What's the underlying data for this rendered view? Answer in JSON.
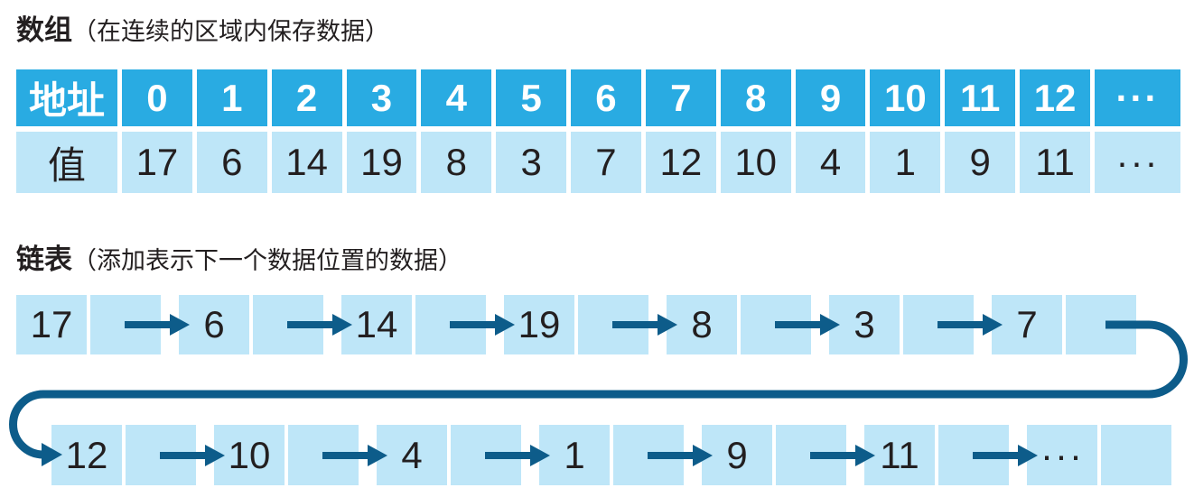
{
  "colors": {
    "header_blue": "#29abe2",
    "cell_light_blue": "#bee6f8",
    "arrow_dark_blue": "#0d5c8a",
    "text_dark": "#231f20",
    "header_text": "#ffffff"
  },
  "array_section": {
    "title_bold": "数组",
    "title_rest": "（在连续的区域内保存数据）",
    "address_row_label": "地址",
    "value_row_label": "值",
    "addresses": [
      "0",
      "1",
      "2",
      "3",
      "4",
      "5",
      "6",
      "7",
      "8",
      "9",
      "10",
      "11",
      "12",
      "···"
    ],
    "values": [
      "17",
      "6",
      "14",
      "19",
      "8",
      "3",
      "7",
      "12",
      "10",
      "4",
      "1",
      "9",
      "11",
      "···"
    ]
  },
  "linked_list_section": {
    "title_bold": "链表",
    "title_rest": "（添加表示下一个数据位置的数据）",
    "row1_values": [
      "17",
      "6",
      "14",
      "19",
      "8",
      "3",
      "7"
    ],
    "row2_values": [
      "12",
      "10",
      "4",
      "1",
      "9",
      "11",
      "···"
    ]
  }
}
